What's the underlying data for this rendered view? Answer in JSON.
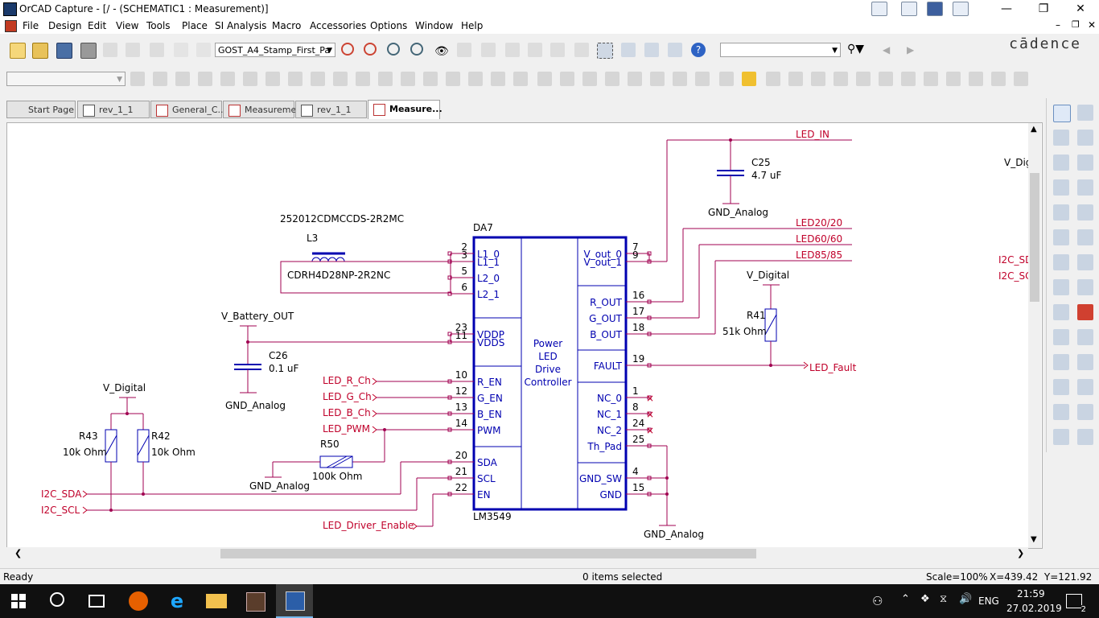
{
  "window": {
    "title": "OrCAD Capture - [/ - (SCHEMATIC1 : Measurement)]",
    "brand": "cādence"
  },
  "menu": [
    "File",
    "Design",
    "Edit",
    "View",
    "Tools",
    "Place",
    "SI Analysis",
    "Macro",
    "Accessories",
    "Options",
    "Window",
    "Help"
  ],
  "toolbar": {
    "page_format_select": "GOST_A4_Stamp_First_Pa",
    "search_select": "",
    "part_select": ""
  },
  "tabs": [
    {
      "label": "Start Page",
      "active": false
    },
    {
      "label": "rev_1_1",
      "active": false
    },
    {
      "label": "General_C...",
      "active": false
    },
    {
      "label": "Measurement",
      "active": false
    },
    {
      "label": "rev_1_1",
      "active": false
    },
    {
      "label": "Measure...",
      "active": true
    }
  ],
  "schematic": {
    "ic": {
      "ref": "DA7",
      "part": "LM3549",
      "function": [
        "Power",
        "LED",
        "Drive",
        "Controller"
      ],
      "left_pins": [
        {
          "num": "2",
          "name": "L1_0"
        },
        {
          "num": "3",
          "name": "L1_1"
        },
        {
          "num": "5",
          "name": "L2_0"
        },
        {
          "num": "6",
          "name": "L2_1"
        },
        {
          "num": "23",
          "name": "VDDP"
        },
        {
          "num": "11",
          "name": "VDDS"
        },
        {
          "num": "10",
          "name": "R_EN"
        },
        {
          "num": "12",
          "name": "G_EN"
        },
        {
          "num": "13",
          "name": "B_EN"
        },
        {
          "num": "14",
          "name": "PWM"
        },
        {
          "num": "20",
          "name": "SDA"
        },
        {
          "num": "21",
          "name": "SCL"
        },
        {
          "num": "22",
          "name": "EN"
        }
      ],
      "right_pins": [
        {
          "num": "7",
          "name": "V_out_0"
        },
        {
          "num": "9",
          "name": "V_out_1"
        },
        {
          "num": "16",
          "name": "R_OUT"
        },
        {
          "num": "17",
          "name": "G_OUT"
        },
        {
          "num": "18",
          "name": "B_OUT"
        },
        {
          "num": "19",
          "name": "FAULT"
        },
        {
          "num": "1",
          "name": "NC_0"
        },
        {
          "num": "8",
          "name": "NC_1"
        },
        {
          "num": "24",
          "name": "NC_2"
        },
        {
          "num": "25",
          "name": "Th_Pad"
        },
        {
          "num": "4",
          "name": "GND_SW"
        },
        {
          "num": "15",
          "name": "GND"
        }
      ]
    },
    "inductor": {
      "ref": "L3",
      "value": "252012CDMCCDS-2R2MC",
      "footprint": "CDRH4D28NP-2R2NC"
    },
    "c25": {
      "ref": "C25",
      "value": "4.7 uF"
    },
    "c26": {
      "ref": "C26",
      "value": "0.1 uF"
    },
    "r41": {
      "ref": "R41",
      "value": "51k Ohm"
    },
    "r42": {
      "ref": "R42",
      "value": "10k Ohm"
    },
    "r43": {
      "ref": "R43",
      "value": "10k Ohm"
    },
    "r50": {
      "ref": "R50",
      "value": "100k Ohm"
    },
    "power": {
      "v_battery": "V_Battery_OUT",
      "v_digital": "V_Digital",
      "v_digital_edge": "V_Dig",
      "gnd_analog": "GND_Analog"
    },
    "nets": {
      "led_in": "LED_IN",
      "led20": "LED20/20",
      "led60": "LED60/60",
      "led85": "LED85/85",
      "led_fault": "LED_Fault",
      "led_r": "LED_R_Ch",
      "led_g": "LED_G_Ch",
      "led_b": "LED_B_Ch",
      "led_pwm": "LED_PWM",
      "i2c_sda": "I2C_SDA",
      "i2c_scl": "I2C_SCL",
      "led_driver_enable": "LED_Driver_Enable",
      "i2c_sd_edge": "I2C_SD",
      "i2c_sc_edge": "I2C_SC"
    }
  },
  "status": {
    "ready": "Ready",
    "selection": "0 items selected",
    "scale": "Scale=100%",
    "coords": "X=439.42  Y=121.92"
  },
  "taskbar": {
    "lang": "ENG",
    "time": "21:59",
    "date": "27.02.2019",
    "notifications": "2"
  }
}
